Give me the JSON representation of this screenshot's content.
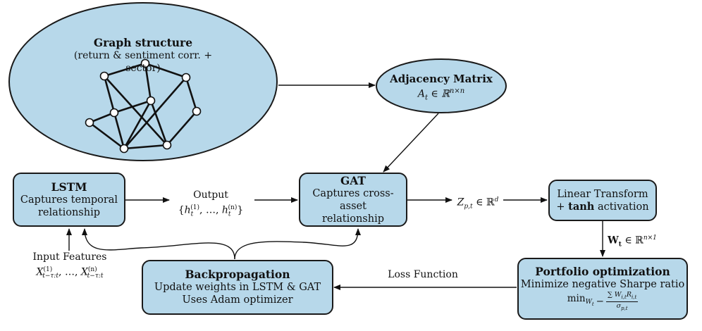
{
  "graph_structure": {
    "title": "Graph structure",
    "subtitle": "(return & sentiment corr. + sector)"
  },
  "adjacency": {
    "title": "Adjacency Matrix",
    "formula": "A_t ∈ ℝ^{n×n}"
  },
  "lstm": {
    "title": "LSTM",
    "line1": "Captures temporal",
    "line2": "relationship"
  },
  "gat": {
    "title": "GAT",
    "line1": "Captures cross-asset",
    "line2": "relationship"
  },
  "linear": {
    "line1": "Linear Transform",
    "plus": "+",
    "tanh": "tanh",
    "activation": "activation"
  },
  "backprop": {
    "title": "Backpropagation",
    "line1": "Update weights in LSTM & GAT",
    "line2": "Uses Adam optimizer"
  },
  "portfolio": {
    "title": "Portfolio optimization",
    "line1": "Minimize negative Sharpe ratio",
    "formula": "min_{W_t} −(∑ W_{i,t} R_{i,t}) / σ_{p,t}"
  },
  "labels": {
    "output_title": "Output",
    "output_set": "{h_t^(1), …, h_t^(n)}",
    "z_label": "Z_{p,t} ∈ ℝ^d",
    "w_label": "W_t ∈ ℝ^{n×1}",
    "loss": "Loss Function",
    "input_title": "Input Features",
    "input_set": "X^(1)_{t−τ:t}, …, X^(n)_{t−τ:t}"
  },
  "colors": {
    "node_fill": "#b7d8ea",
    "stroke": "#1a1a1a"
  }
}
